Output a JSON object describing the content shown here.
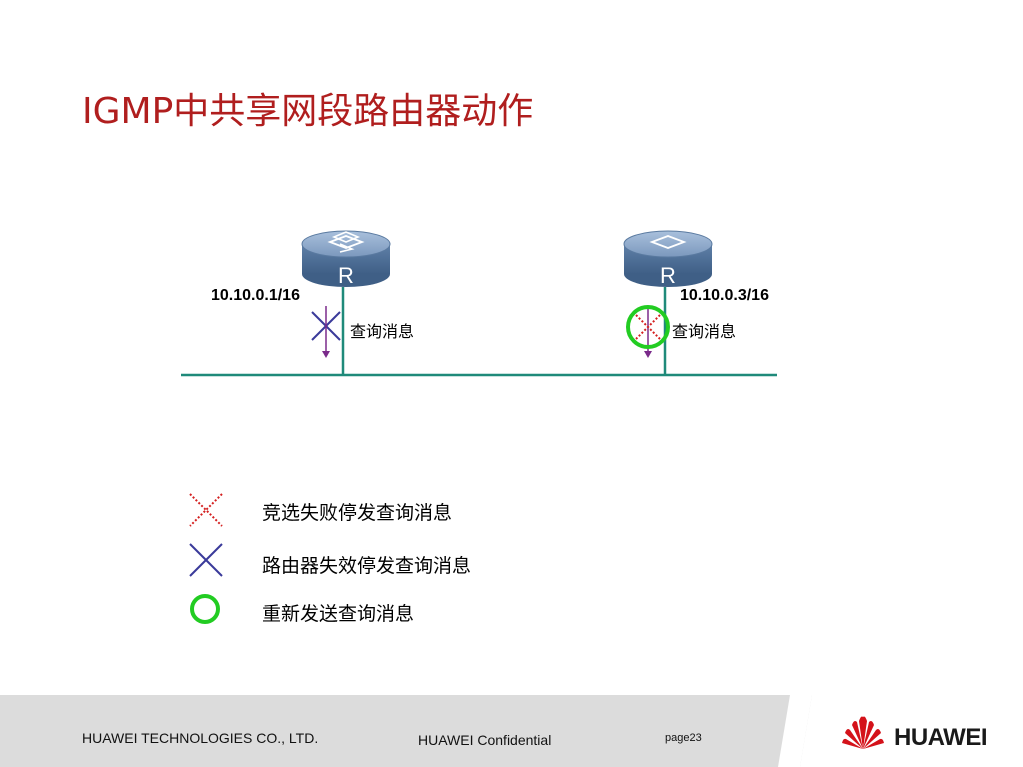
{
  "title": "IGMP中共享网段路由器动作",
  "routers": [
    {
      "glyph": "R",
      "ip": "10.10.0.1/16",
      "query_label": "查询消息"
    },
    {
      "glyph": "R",
      "ip": "10.10.0.3/16",
      "query_label": "查询消息"
    }
  ],
  "legend": [
    {
      "icon": "red-dotted-cross-icon",
      "label": "竞选失败停发查询消息"
    },
    {
      "icon": "blue-cross-icon",
      "label": "路由器失效停发查询消息"
    },
    {
      "icon": "green-circle-icon",
      "label": "重新发送查询消息"
    }
  ],
  "colors": {
    "title": "#b01e1e",
    "network_line": "#1f8a7a",
    "router_body": "#5e7fa6",
    "blue_cross": "#3a3a9a",
    "red_cross": "#d42020",
    "green_circle": "#22cc22",
    "arrow": "#7a2a8a",
    "footer_bg": "#dcdcdc",
    "logo_red": "#d4121a"
  },
  "footer": {
    "company": "HUAWEI TECHNOLOGIES CO., LTD.",
    "confidential": "HUAWEI Confidential",
    "page": "page23",
    "logo_text": "HUAWEI"
  }
}
